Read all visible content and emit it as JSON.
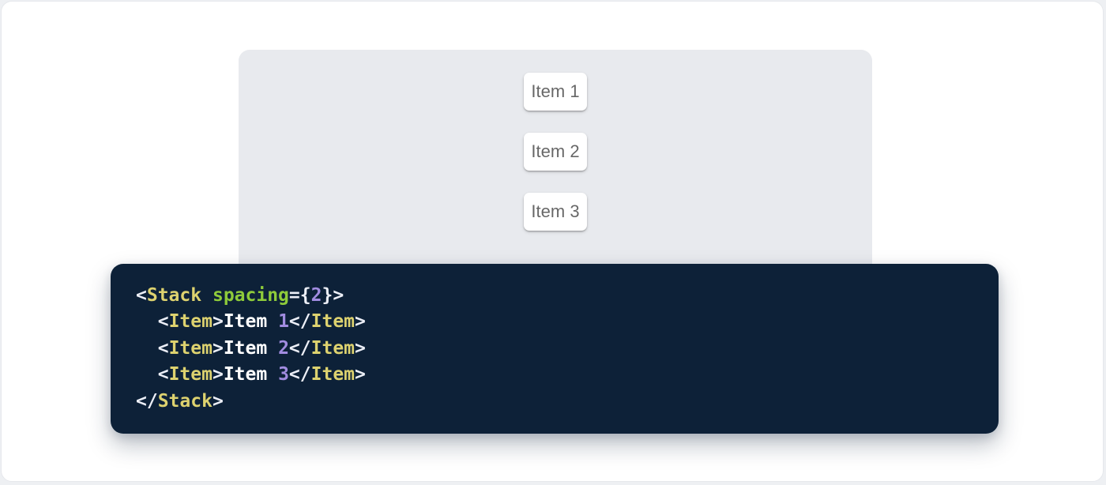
{
  "window": {
    "page_background": "#eef0f3",
    "surface_background": "#ffffff"
  },
  "demo": {
    "panel_color": "#e8eaee",
    "items": [
      {
        "label": "Item 1"
      },
      {
        "label": "Item 2"
      },
      {
        "label": "Item 3"
      }
    ]
  },
  "code": {
    "background": "#0d2138",
    "colors": {
      "tag": "#ddd26f",
      "attr": "#8ecb3a",
      "num": "#a18ce0",
      "punct": "#eceff7",
      "plain": "#ffffff"
    },
    "source": "<Stack spacing={2}>\n  <Item>Item 1</Item>\n  <Item>Item 2</Item>\n  <Item>Item 3</Item>\n</Stack>",
    "lines": [
      [
        {
          "t": "punct",
          "v": "<"
        },
        {
          "t": "tag",
          "v": "Stack"
        },
        {
          "t": "plain",
          "v": " "
        },
        {
          "t": "attr",
          "v": "spacing"
        },
        {
          "t": "punct",
          "v": "={"
        },
        {
          "t": "num",
          "v": "2"
        },
        {
          "t": "punct",
          "v": "}>"
        }
      ],
      [
        {
          "t": "plain",
          "v": "  "
        },
        {
          "t": "punct",
          "v": "<"
        },
        {
          "t": "tag",
          "v": "Item"
        },
        {
          "t": "punct",
          "v": ">"
        },
        {
          "t": "plain",
          "v": "Item "
        },
        {
          "t": "num",
          "v": "1"
        },
        {
          "t": "punct",
          "v": "</"
        },
        {
          "t": "tag",
          "v": "Item"
        },
        {
          "t": "punct",
          "v": ">"
        }
      ],
      [
        {
          "t": "plain",
          "v": "  "
        },
        {
          "t": "punct",
          "v": "<"
        },
        {
          "t": "tag",
          "v": "Item"
        },
        {
          "t": "punct",
          "v": ">"
        },
        {
          "t": "plain",
          "v": "Item "
        },
        {
          "t": "num",
          "v": "2"
        },
        {
          "t": "punct",
          "v": "</"
        },
        {
          "t": "tag",
          "v": "Item"
        },
        {
          "t": "punct",
          "v": ">"
        }
      ],
      [
        {
          "t": "plain",
          "v": "  "
        },
        {
          "t": "punct",
          "v": "<"
        },
        {
          "t": "tag",
          "v": "Item"
        },
        {
          "t": "punct",
          "v": ">"
        },
        {
          "t": "plain",
          "v": "Item "
        },
        {
          "t": "num",
          "v": "3"
        },
        {
          "t": "punct",
          "v": "</"
        },
        {
          "t": "tag",
          "v": "Item"
        },
        {
          "t": "punct",
          "v": ">"
        }
      ],
      [
        {
          "t": "punct",
          "v": "</"
        },
        {
          "t": "tag",
          "v": "Stack"
        },
        {
          "t": "punct",
          "v": ">"
        }
      ]
    ]
  }
}
